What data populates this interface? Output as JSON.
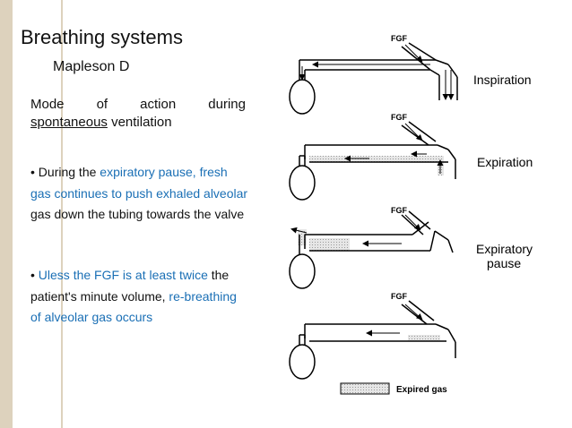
{
  "title": "Breathing systems",
  "subtitle": "Mapleson D",
  "mode": {
    "words": [
      "Mode",
      "of",
      "action",
      "during"
    ],
    "underlined": "spontaneous",
    "rest": " ventilation"
  },
  "bullet1": {
    "bullet": "•",
    "a": " During the ",
    "b": "expiratory pause,",
    "c": " ",
    "d": "fresh gas continues to push exhaled alveolar",
    "e": " gas down the tubing towards the valve"
  },
  "bullet2": {
    "bullet": "•",
    "a": " ",
    "b": "Uless the FGF is at least twice",
    "c": " the patient's minute volume, ",
    "d": "re-breathing of alveolar gas occurs"
  },
  "diagram": {
    "fgf_label": "FGF",
    "phases": [
      "Inspiration",
      "Expiration",
      "Expiratory\npause",
      ""
    ],
    "legend": "Expired gas"
  },
  "colors": {
    "accent_blue": "#1a6fb5",
    "sidebar": "#ddd2bd"
  }
}
